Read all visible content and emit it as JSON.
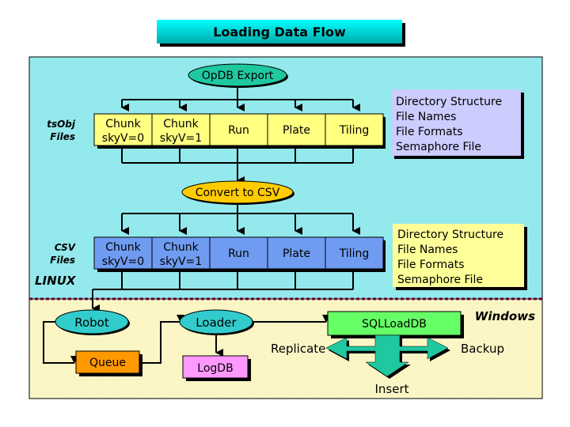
{
  "title": "Loading Data Flow",
  "linux": {
    "label": "LINUX",
    "export_node": "OpDB Export",
    "convert_node": "Convert to CSV",
    "tsobj_label_1": "tsObj",
    "tsobj_label_2": "Files",
    "csv_label_1": "CSV",
    "csv_label_2": "Files",
    "file_boxes": [
      {
        "line1": "Chunk",
        "line2": "skyV=0"
      },
      {
        "line1": "Chunk",
        "line2": "skyV=1"
      },
      {
        "line1": "Run",
        "line2": ""
      },
      {
        "line1": "Plate",
        "line2": ""
      },
      {
        "line1": "Tiling",
        "line2": ""
      }
    ],
    "tsobj_info": [
      "Directory Structure",
      "File Names",
      "File Formats",
      "Semaphore File"
    ],
    "csv_info": [
      "Directory Structure",
      "File Names",
      "File Formats",
      "Semaphore File"
    ]
  },
  "windows": {
    "label": "Windows",
    "robot": "Robot",
    "queue": "Queue",
    "loader": "Loader",
    "logdb": "LogDB",
    "sqlloaddb": "SQLLoadDB",
    "replicate": "Replicate",
    "backup": "Backup",
    "insert": "Insert"
  },
  "colors": {
    "title_grad_top": "#00ffff",
    "title_grad_bottom": "#00b0b0",
    "linux_bg": "#99eeee",
    "windows_bg": "#fffbc8",
    "tsobj_box": "#ffff80",
    "csv_box": "#6f9cf0",
    "tsobj_info": "#ccccff",
    "csv_info": "#ffff99",
    "export_node": "#20c8a0",
    "convert_node": "#ffcc00",
    "robot_loader": "#33cccc",
    "queue": "#ff9900",
    "logdb": "#ff99ff",
    "sqlloaddb": "#66ff66",
    "cross_arrow": "#20c8a0",
    "divider": "#660033"
  }
}
